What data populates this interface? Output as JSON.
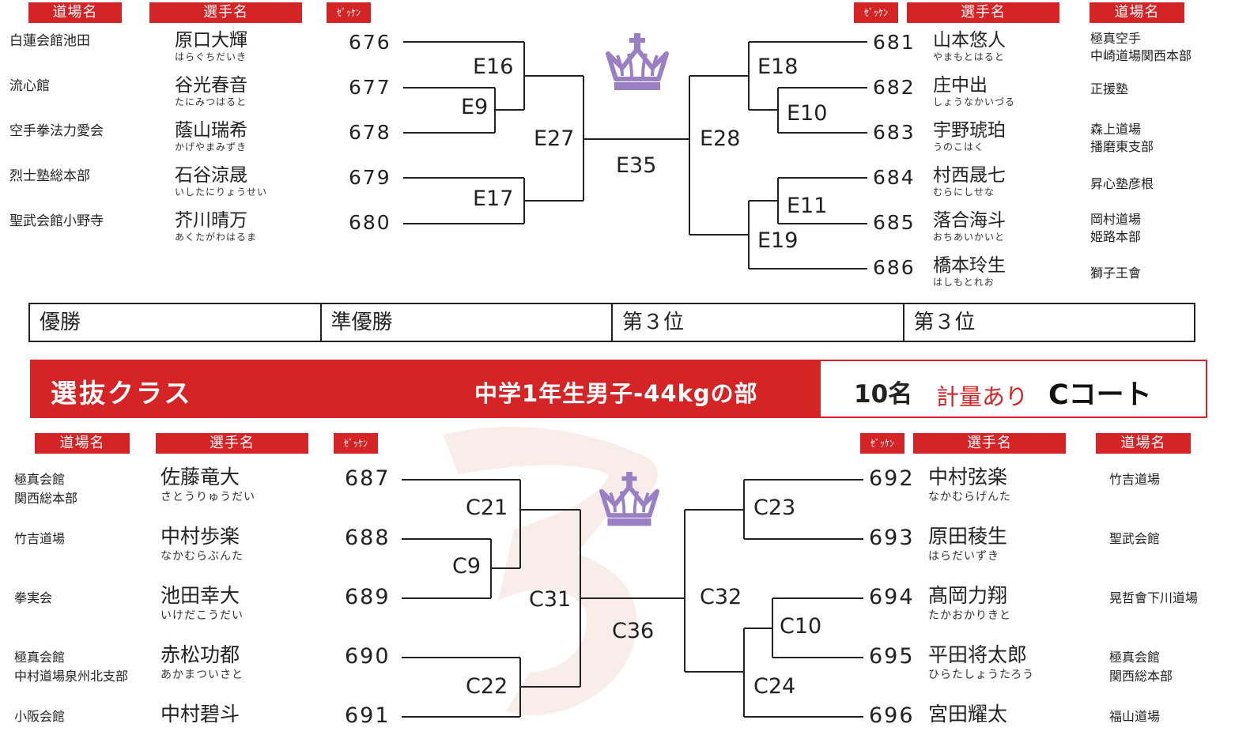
{
  "headers": {
    "dojo": "道場名",
    "player": "選手名",
    "zekken": "ｾﾞｯｹﾝ"
  },
  "bracketE": {
    "left": [
      {
        "dojo": [
          "白蓮会館池田"
        ],
        "name": "原口大輝",
        "kana": "はらぐちだいき",
        "num": "676"
      },
      {
        "dojo": [
          "流心館"
        ],
        "name": "谷光春音",
        "kana": "たにみつはると",
        "num": "677"
      },
      {
        "dojo": [
          "空手拳法力愛会"
        ],
        "name": "蔭山瑞希",
        "kana": "かげやまみずき",
        "num": "678"
      },
      {
        "dojo": [
          "烈士塾総本部"
        ],
        "name": "石谷涼晟",
        "kana": "いしたにりょうせい",
        "num": "679"
      },
      {
        "dojo": [
          "聖武会館小野寺"
        ],
        "name": "芥川晴万",
        "kana": "あくたがわはるま",
        "num": "680"
      }
    ],
    "right": [
      {
        "dojo": [
          "極真空手",
          "中崎道場関西本部"
        ],
        "name": "山本悠人",
        "kana": "やまもとはると",
        "num": "681"
      },
      {
        "dojo": [
          "正援塾"
        ],
        "name": "庄中出",
        "kana": "しょうなかいづる",
        "num": "682"
      },
      {
        "dojo": [
          "森上道場",
          "播磨東支部"
        ],
        "name": "宇野琥珀",
        "kana": "うのこはく",
        "num": "683"
      },
      {
        "dojo": [
          "昇心塾彦根"
        ],
        "name": "村西晟七",
        "kana": "むらにしせな",
        "num": "684"
      },
      {
        "dojo": [
          "岡村道場",
          "姫路本部"
        ],
        "name": "落合海斗",
        "kana": "おちあいかいと",
        "num": "685"
      },
      {
        "dojo": [
          "獅子王會"
        ],
        "name": "橋本玲生",
        "kana": "はしもとれお",
        "num": "686"
      }
    ],
    "matches": {
      "m1": "E16",
      "m2": "E9",
      "m3": "E27",
      "m4": "E17",
      "m5": "E35",
      "m6": "E28",
      "m7": "E18",
      "m8": "E10",
      "m9": "E11",
      "m10": "E19"
    }
  },
  "results": {
    "first": "優勝",
    "second": "準優勝",
    "third_a": "第３位",
    "third_b": "第３位"
  },
  "banner": {
    "class_name": "選抜クラス",
    "division": "中学1年生男子-44kgの部",
    "count": "10名",
    "weigh_in": "計量あり",
    "court": "Cコート"
  },
  "bracketC": {
    "left": [
      {
        "dojo": [
          "極真会館",
          "関西総本部"
        ],
        "name": "佐藤竜大",
        "kana": "さとうりゅうだい",
        "num": "687"
      },
      {
        "dojo": [
          "竹吉道場"
        ],
        "name": "中村歩楽",
        "kana": "なかむらぶんた",
        "num": "688"
      },
      {
        "dojo": [
          "拳実会"
        ],
        "name": "池田幸大",
        "kana": "いけだこうだい",
        "num": "689"
      },
      {
        "dojo": [
          "極真会館",
          "中村道場泉州北支部"
        ],
        "name": "赤松功都",
        "kana": "あかまついさと",
        "num": "690"
      },
      {
        "dojo": [
          "小阪会館"
        ],
        "name": "中村碧斗",
        "kana": "",
        "num": "691"
      }
    ],
    "right": [
      {
        "dojo": [
          "竹吉道場"
        ],
        "name": "中村弦楽",
        "kana": "なかむらげんた",
        "num": "692"
      },
      {
        "dojo": [
          "聖武会館"
        ],
        "name": "原田稜生",
        "kana": "はらだいずき",
        "num": "693"
      },
      {
        "dojo": [
          "晃哲會下川道場"
        ],
        "name": "髙岡力翔",
        "kana": "たかおかりきと",
        "num": "694"
      },
      {
        "dojo": [
          "極真会館",
          "関西総本部"
        ],
        "name": "平田将太郎",
        "kana": "ひらたしょうたろう",
        "num": "695"
      },
      {
        "dojo": [
          "福山道場"
        ],
        "name": "宮田耀太",
        "kana": "",
        "num": "696"
      }
    ],
    "matches": {
      "m1": "C21",
      "m2": "C9",
      "m3": "C31",
      "m4": "C22",
      "m5": "C36",
      "m6": "C32",
      "m7": "C23",
      "m8": "C10",
      "m9": "C24"
    }
  },
  "colors": {
    "accent_red": "#d42426",
    "crown_purple": "#9b7fc4"
  },
  "icons": [
    "crown-icon",
    "crown-icon"
  ]
}
